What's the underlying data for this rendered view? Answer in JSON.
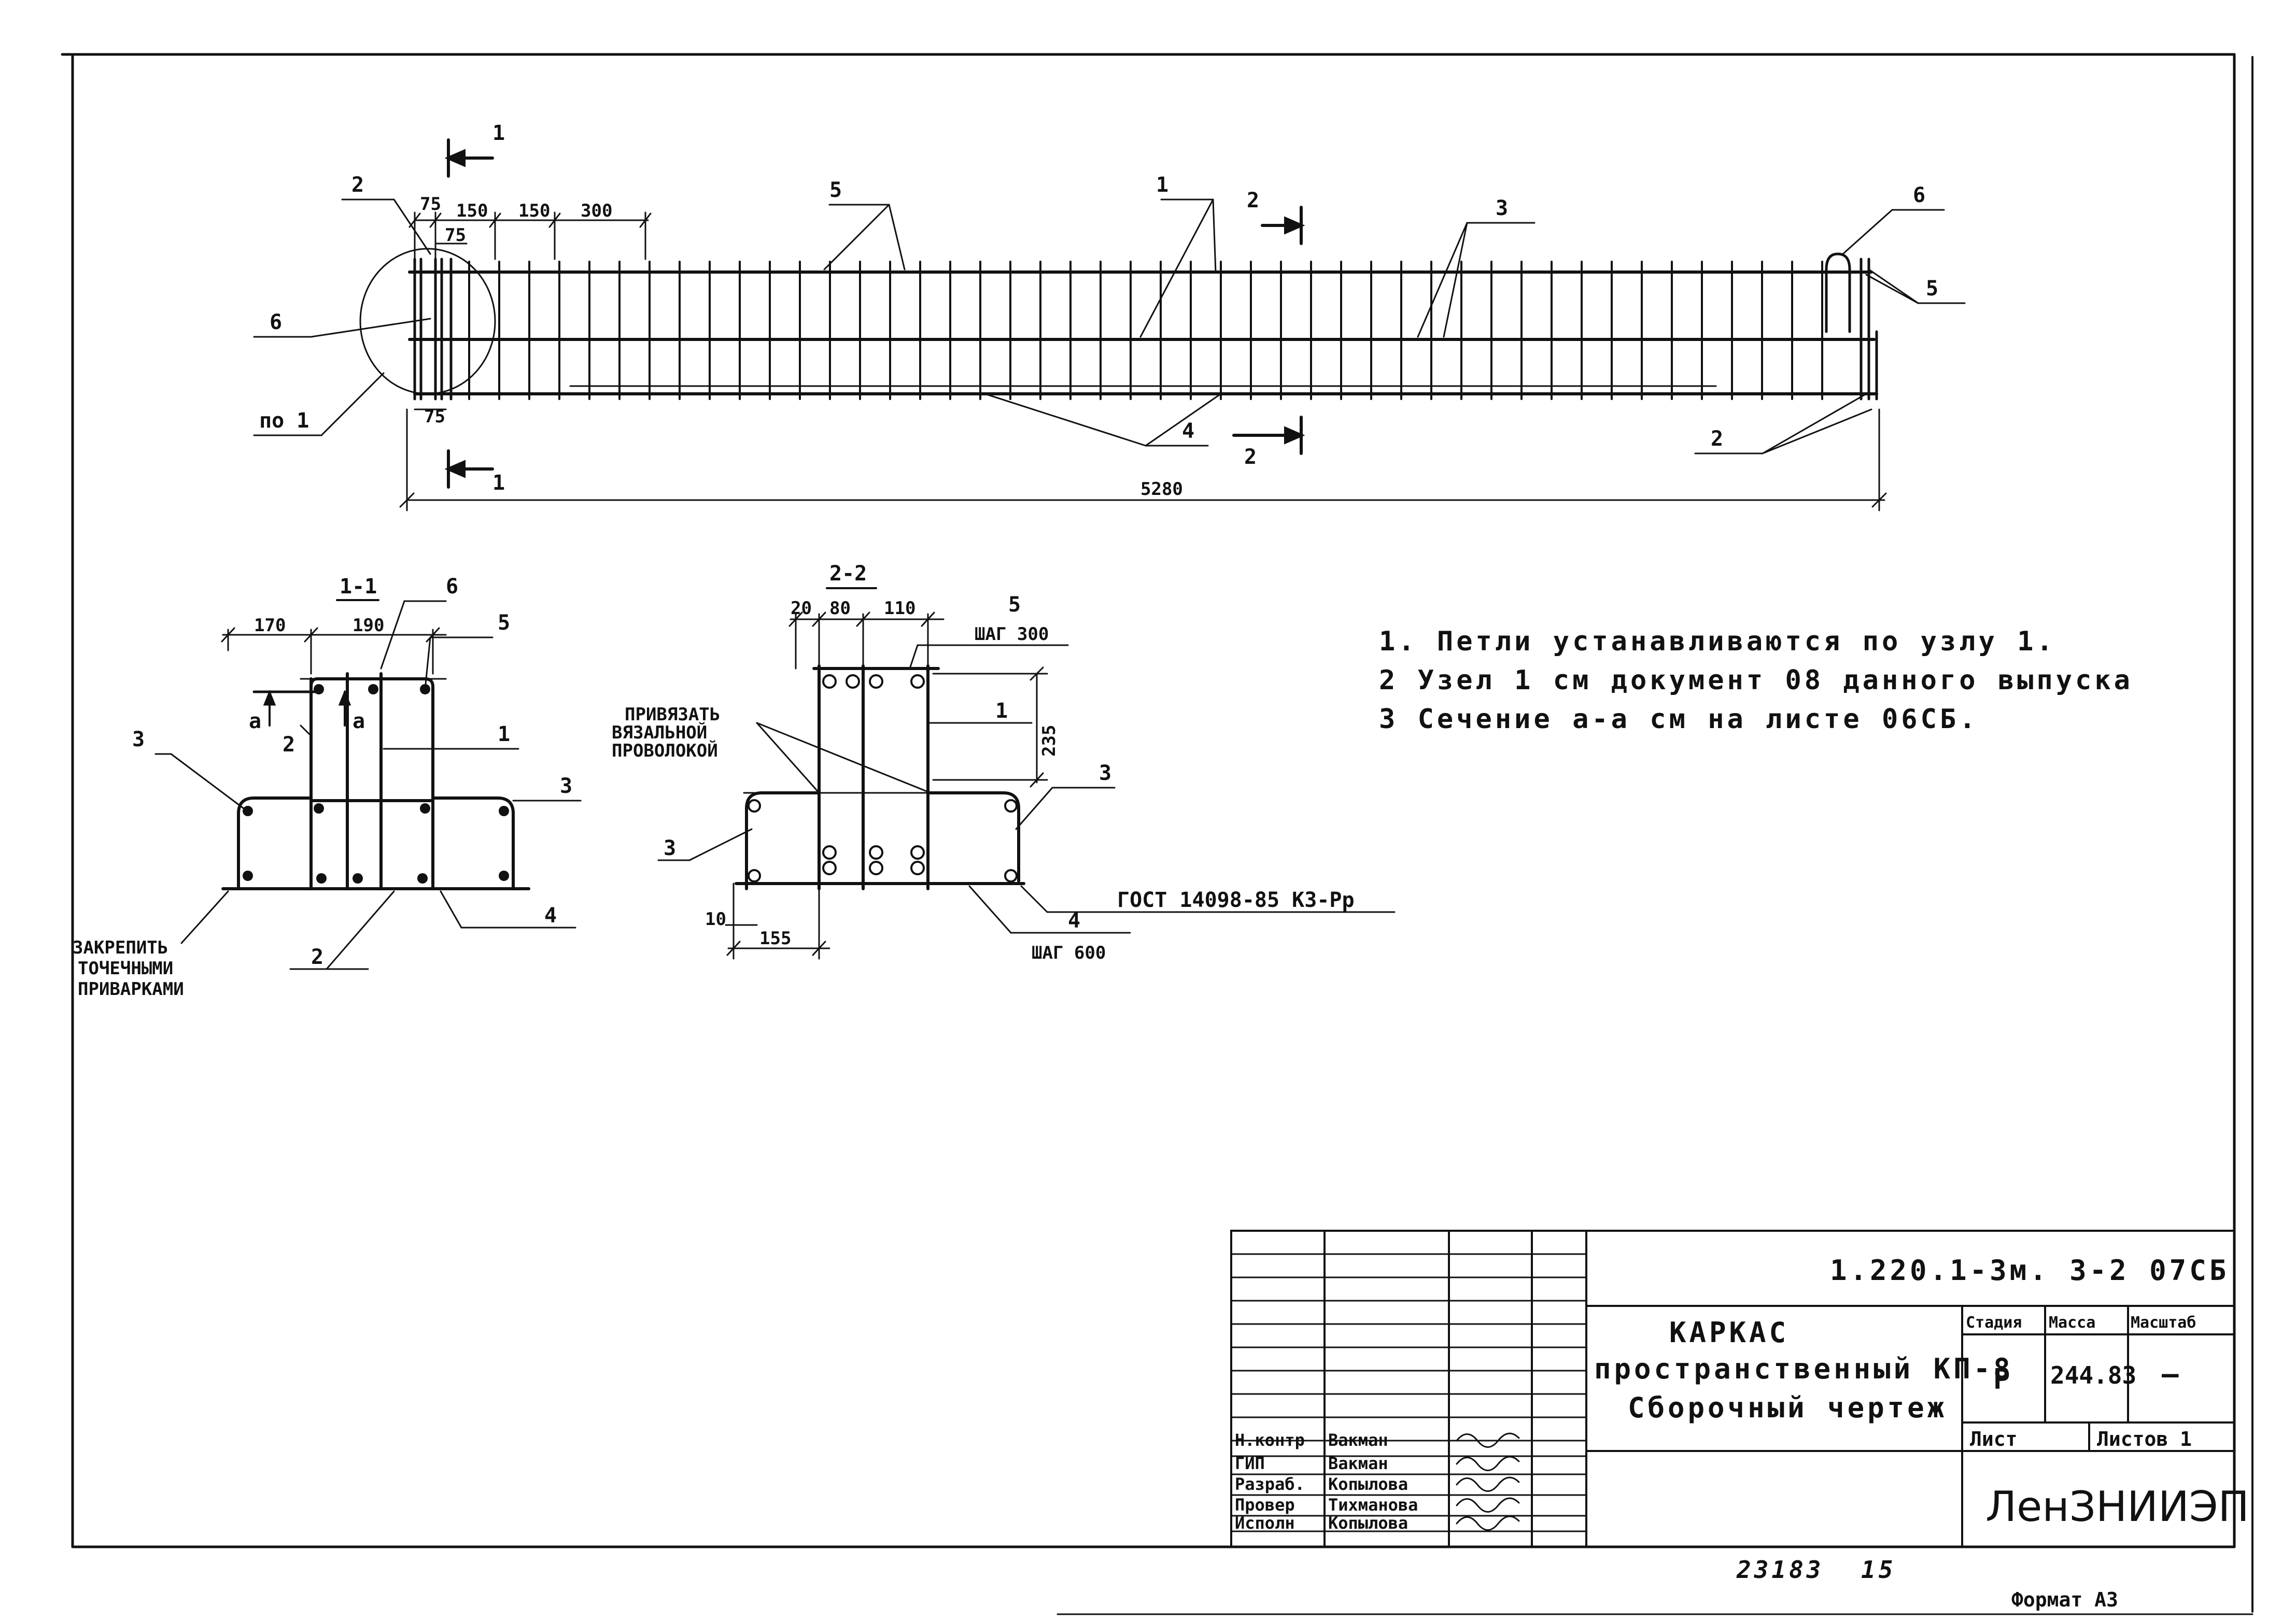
{
  "callouts": {
    "c1_top": "1",
    "c1_bot": "1",
    "c2_top": "2",
    "c2_bot": "2",
    "m1": "1",
    "m2_left_top": "2",
    "m2_right": "2",
    "m3": "3",
    "m4": "4",
    "m5_top": "5",
    "m5_right": "5",
    "m6_left": "6",
    "m6_right": "6",
    "node": "по 1"
  },
  "dims": {
    "d75a": "75",
    "d75b": "75",
    "d75c": "75",
    "d150a": "150",
    "d150b": "150",
    "d300": "300",
    "total": "5280"
  },
  "section11": {
    "title": "1-1",
    "d170": "170",
    "d190": "190",
    "m6": "6",
    "m5": "5",
    "m1": "1",
    "m3l": "3",
    "m3r": "3",
    "m2a": "2",
    "m2b": "2",
    "m4": "4",
    "a": "а",
    "a2": "а",
    "weld": [
      "ЗАКРЕПИТЬ",
      "ТОЧЕЧНЫМИ",
      "ПРИВАРКАМИ"
    ]
  },
  "section22": {
    "title": "2-2",
    "d20": "20",
    "d80": "80",
    "d110": "110",
    "m5": "5",
    "step300": "ШАГ 300",
    "m1": "1",
    "d235": "235",
    "m3r": "3",
    "m3l": "3",
    "m4": "4",
    "step600": "ШАГ 600",
    "d10": "10",
    "d155": "155",
    "tie": [
      "ПРИВЯЗАТЬ",
      "ВЯЗАЛЬНОЙ",
      "ПРОВОЛОКОЙ"
    ],
    "gost": "ГОСТ 14098-85 К3-Рр"
  },
  "notes": [
    "1. Петли устанавливаются по узлу 1.",
    "2 Узел 1 см документ 08 данного выпуска",
    "3 Сечение а-а см на листе 06СБ."
  ],
  "title_block": {
    "doc_code": "1.220.1-3м. 3-2 07СБ",
    "title_lines": [
      "КАРКАС",
      "пространственный КП-8",
      "Сборочный чертеж"
    ],
    "stage_label": "Стадия",
    "mass_label": "Масса",
    "scale_label": "Масштаб",
    "stage": "Р",
    "mass": "244.83",
    "scale": "—",
    "sheet_label": "Лист",
    "sheets_label": "Листов 1",
    "org": "ЛенЗНИИЭП",
    "roles": [
      {
        "role": "Н.контр",
        "name": "Вакман"
      },
      {
        "role": "ГИП",
        "name": "Вакман"
      },
      {
        "role": "Разраб.",
        "name": "Копылова"
      },
      {
        "role": "Провер",
        "name": "Тихманова"
      },
      {
        "role": "Исполн",
        "name": "Копылова"
      }
    ]
  },
  "footer": {
    "inv": "23183",
    "page": "15",
    "format": "Формат А3"
  }
}
